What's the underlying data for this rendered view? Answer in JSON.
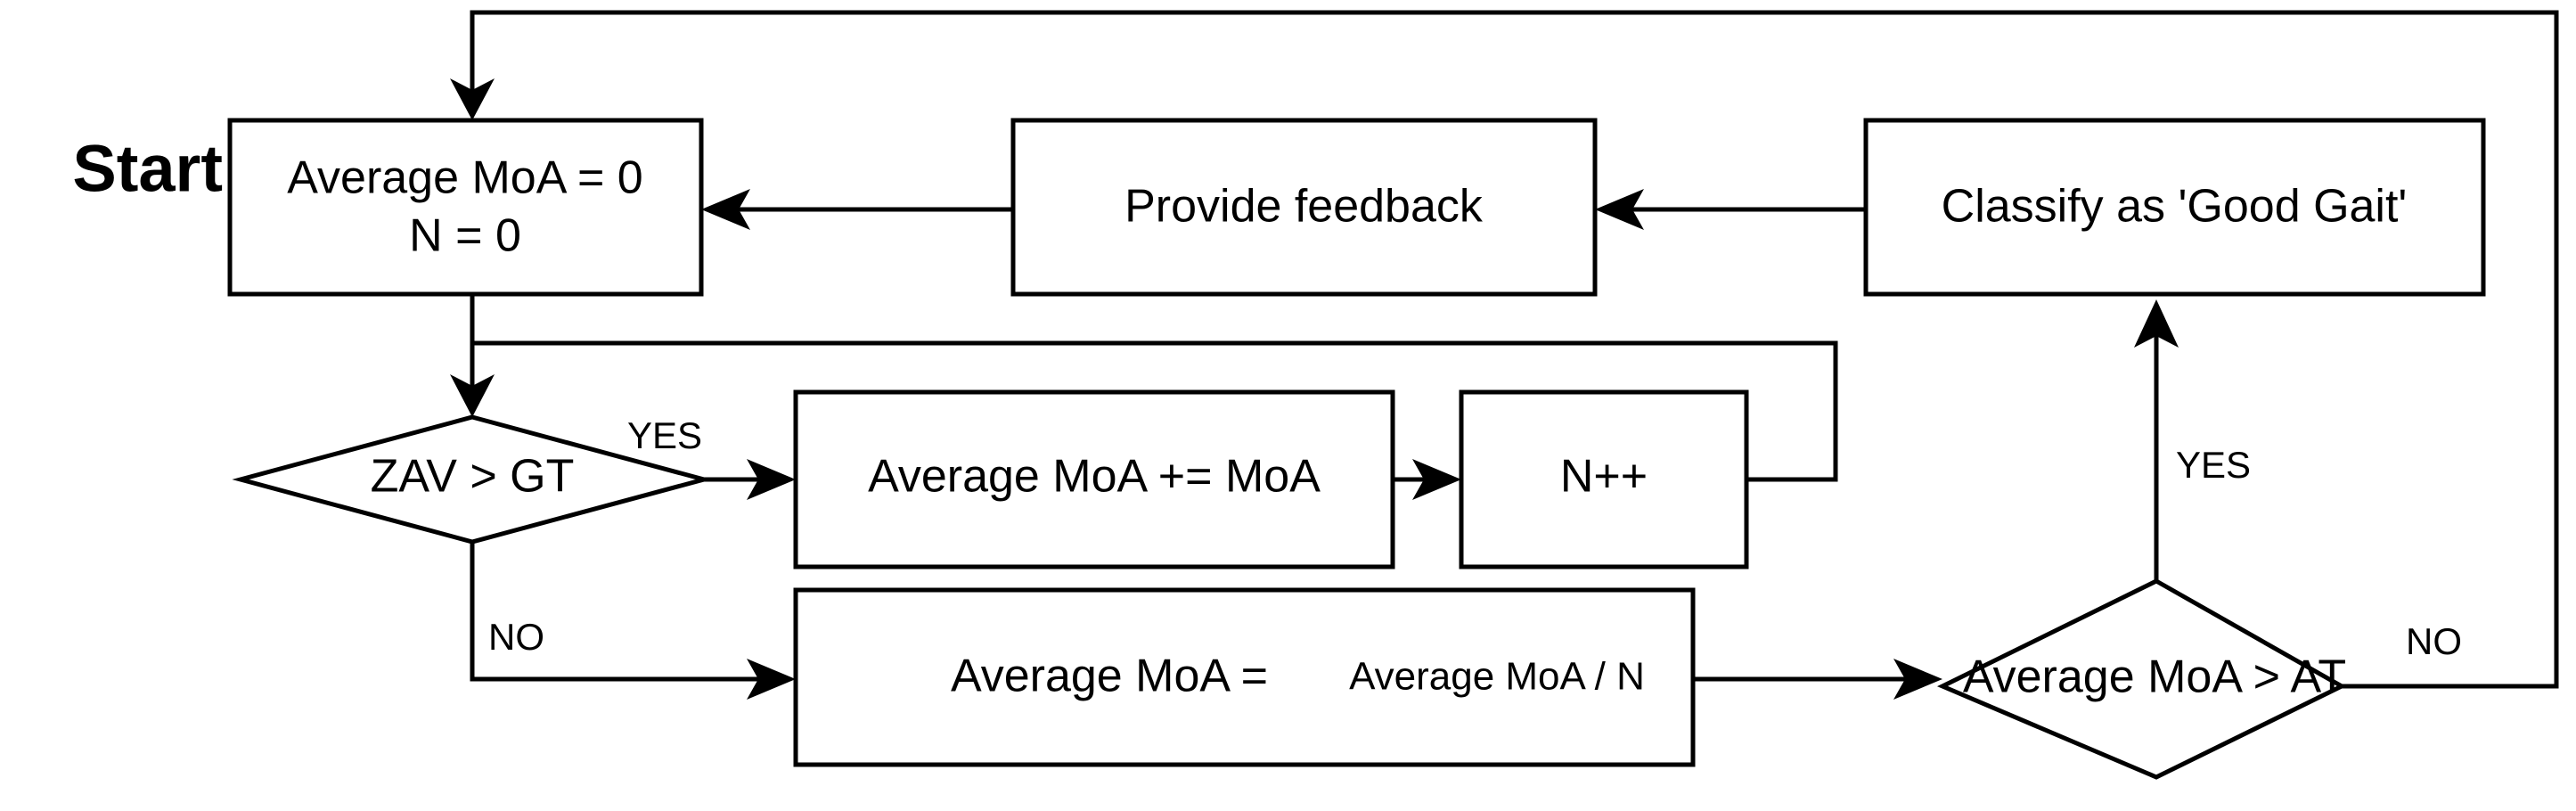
{
  "diagram": {
    "title": "Gait feedback averaging flowchart",
    "type": "flowchart",
    "background_color": "#ffffff",
    "line_color": "#000000",
    "text_color": "#000000",
    "start_label": "Start",
    "nodes": [
      {
        "id": "init",
        "shape": "process",
        "line1": "Average MoA = 0",
        "line2": "N = 0"
      },
      {
        "id": "provide-feedback",
        "shape": "process",
        "label": "Provide feedback"
      },
      {
        "id": "classify-good-gait",
        "shape": "process",
        "label": "Classify as 'Good Gait'"
      },
      {
        "id": "zav-gt",
        "shape": "decision",
        "label": "ZAV > GT"
      },
      {
        "id": "accumulate-moa",
        "shape": "process",
        "label": "Average MoA += MoA"
      },
      {
        "id": "increment-n",
        "shape": "process",
        "label": "N++"
      },
      {
        "id": "divide-moa",
        "shape": "process",
        "label_main": "Average MoA = ",
        "label_sub": "Average MoA / N"
      },
      {
        "id": "avg-moa-at",
        "shape": "decision",
        "label": "Average MoA > AT"
      }
    ],
    "edge_labels": {
      "zav_yes": "YES",
      "zav_no": "NO",
      "at_yes": "YES",
      "at_no": "NO"
    }
  }
}
